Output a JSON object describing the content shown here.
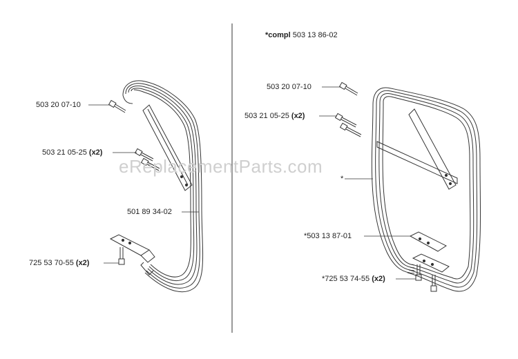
{
  "watermark": "eReplacementParts.com",
  "left_assembly": {
    "labels": [
      {
        "part": "503 20 07-10",
        "qty": ""
      },
      {
        "part": "503 21 05-25",
        "qty": "(x2)"
      },
      {
        "part": "501 89 34-02",
        "qty": ""
      },
      {
        "part": "725 53 70-55",
        "qty": "(x2)"
      }
    ]
  },
  "right_assembly": {
    "header": {
      "prefix": "*compl",
      "part": "503 13 86-02"
    },
    "labels": [
      {
        "part": "503 20 07-10",
        "qty": ""
      },
      {
        "part": "503 21 05-25",
        "qty": "(x2)"
      },
      {
        "part": "*",
        "qty": ""
      },
      {
        "part": "*503 13 87-01",
        "qty": ""
      },
      {
        "part": "*725 53 74-55",
        "qty": "(x2)"
      }
    ]
  }
}
